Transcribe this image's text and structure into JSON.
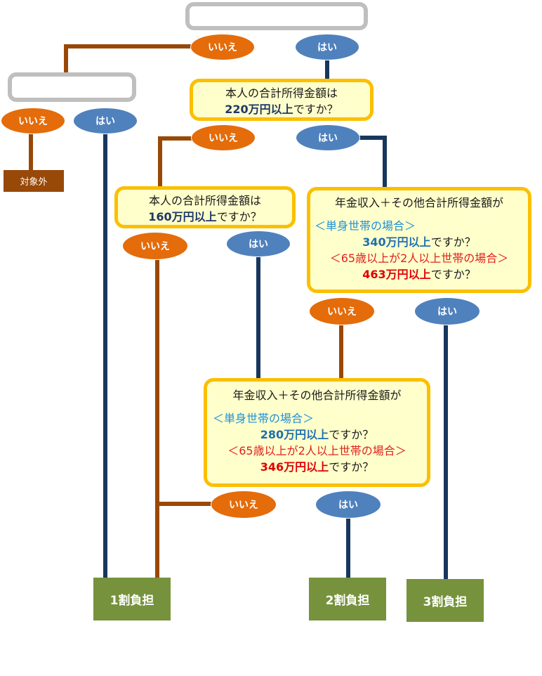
{
  "answers": {
    "no": "いいえ",
    "yes": "はい"
  },
  "q1": {
    "line1": "本人の合計所得金額は",
    "amount": "220万円以上",
    "suffix": "ですか？"
  },
  "q2": {
    "line1": "本人の合計所得金額は",
    "amount": "160万円以上",
    "suffix": "ですか？"
  },
  "q3": {
    "line1": "年金収入＋その他合計所得金額が",
    "single_label": "＜単身世帯の場合＞",
    "single_amount": "340万円以上",
    "multi_label": "＜65歳以上が2人以上世帯の場合＞",
    "multi_amount": "463万円以上",
    "suffix": "ですか？"
  },
  "q4": {
    "line1": "年金収入＋その他合計所得金額が",
    "single_label": "＜単身世帯の場合＞",
    "single_amount": "280万円以上",
    "multi_label": "＜65歳以上が2人以上世帯の場合＞",
    "multi_amount": "346万円以上",
    "suffix": "ですか？"
  },
  "results": {
    "excluded": "対象外",
    "r1": "1割負担",
    "r2": "2割負担",
    "r3": "3割負担"
  },
  "colors": {
    "no_line": "#984807",
    "yes_line": "#17375e",
    "no_pill": "#e46c0a",
    "yes_pill": "#4f81bd",
    "question_border": "#fbbf00",
    "question_fill": "#ffffcc",
    "result": "#76923c",
    "blank_border": "#bfbfbf"
  }
}
